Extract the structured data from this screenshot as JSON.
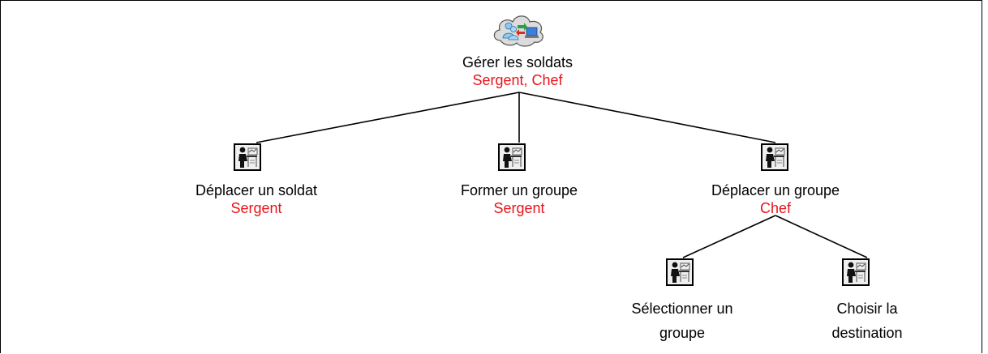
{
  "root": {
    "label": "Gérer les soldats",
    "roles": "Sergent, Chef",
    "icon": "user-computer-cloud-icon"
  },
  "tasks": [
    {
      "label": "Déplacer un soldat",
      "roles": "Sergent",
      "icon": "person-at-desk-icon"
    },
    {
      "label": "Former un groupe",
      "roles": "Sergent",
      "icon": "person-at-desk-icon"
    },
    {
      "label": "Déplacer un groupe",
      "roles": "Chef",
      "icon": "person-at-desk-icon"
    }
  ],
  "subtasks": [
    {
      "line1": "Sélectionner un",
      "line2": "groupe",
      "icon": "person-at-desk-icon"
    },
    {
      "line1": "Choisir  la",
      "line2": "destination",
      "icon": "person-at-desk-icon"
    }
  ],
  "colors": {
    "role": "#e8141b",
    "line": "#000000"
  }
}
